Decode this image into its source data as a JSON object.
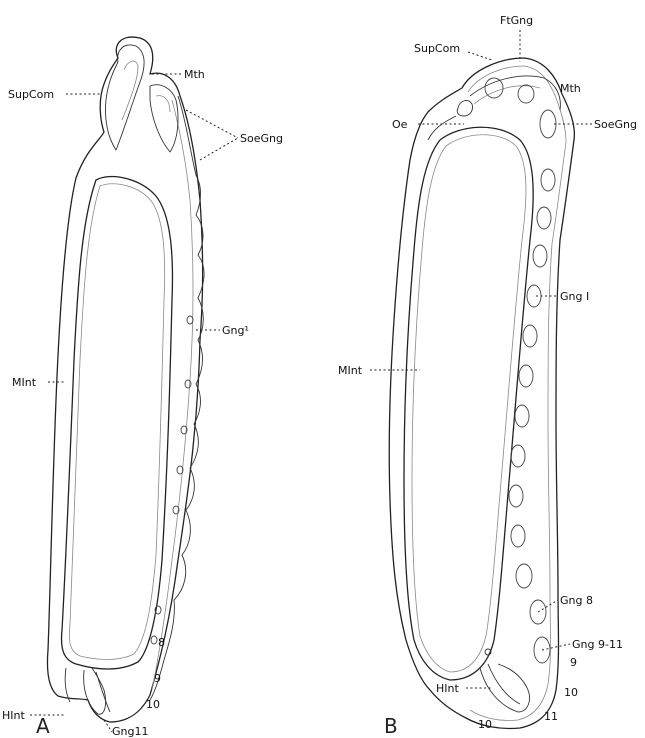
{
  "panels": {
    "A": {
      "panel_label": "A",
      "labels": {
        "sup_com": "SupCom",
        "mth": "Mth",
        "soe_gng": "SoeGng",
        "gng1": "Gng¹",
        "m_int": "MInt",
        "h_int": "HInt",
        "gng11": "Gng11",
        "n8": "8",
        "n9": "9",
        "n10": "10"
      }
    },
    "B": {
      "panel_label": "B",
      "labels": {
        "ft_gng": "FtGng",
        "sup_com": "SupCom",
        "mth": "Mth",
        "oe": "Oe",
        "soe_gng": "SoeGng",
        "gng1": "Gng I",
        "m_int": "MInt",
        "gng8": "Gng 8",
        "gng9_11": "Gng 9-11",
        "h_int": "HInt",
        "n9": "9",
        "n10": "10",
        "n11": "11",
        "n10b": "10"
      }
    }
  }
}
